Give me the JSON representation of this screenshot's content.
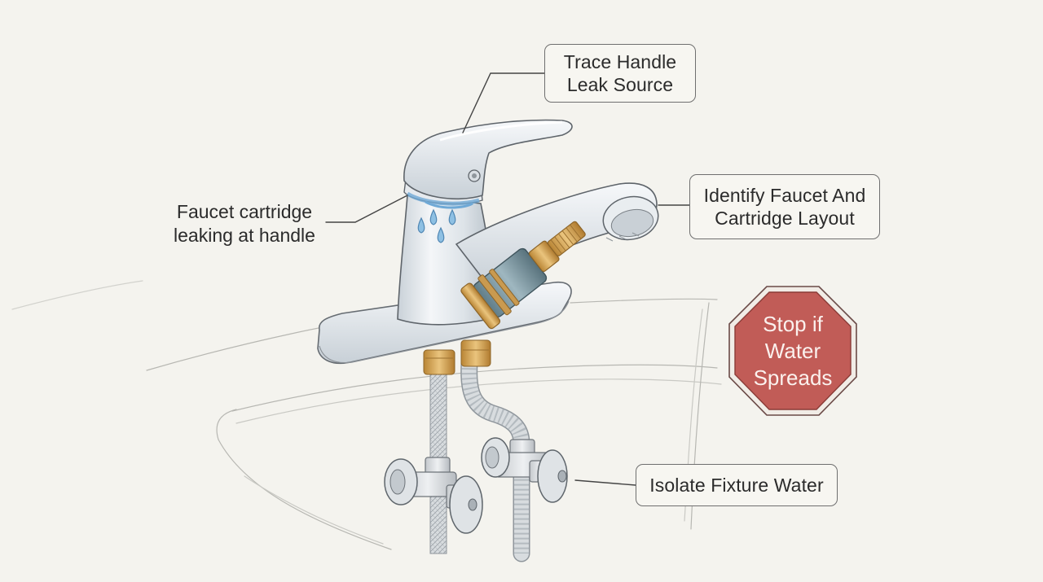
{
  "labels": {
    "trace": "Trace Handle\nLeak Source",
    "identify": "Identify Faucet And\nCartridge Layout",
    "cartridge_leak": "Faucet cartridge\nleaking at handle",
    "stop_sign": "Stop if\nWater\nSpreads",
    "isolate": "Isolate Fixture Water"
  },
  "colors": {
    "paper": "#f4f3ee",
    "chrome": "#dfe5ea",
    "brass": "#d9a85c",
    "cartridge": "#7d9aa5",
    "stop_red": "#c15c57",
    "water_blue": "#6fa9d6",
    "pencil": "#555555"
  },
  "icons": {
    "stop": "octagon-stop-sign-icon",
    "drops": "water-drop-icon"
  }
}
